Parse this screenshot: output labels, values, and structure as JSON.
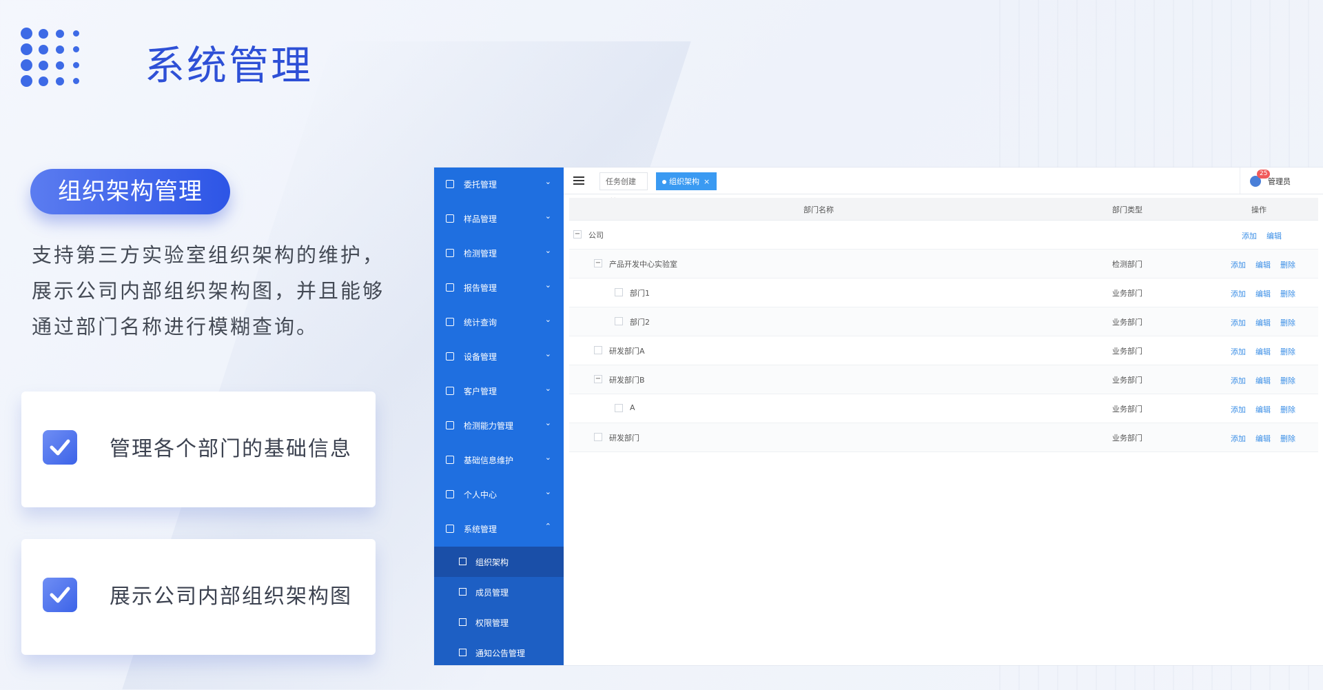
{
  "header": {
    "title": "系统管理"
  },
  "section": {
    "pill_label": "组织架构管理",
    "description": "支持第三方实验室组织架构的维护，展示公司内部组织架构图，并且能够通过部门名称进行模糊查询。"
  },
  "features": [
    {
      "text": "管理各个部门的基础信息"
    },
    {
      "text": "展示公司内部组织架构图"
    }
  ],
  "app": {
    "sidebar": {
      "items": [
        {
          "label": "委托管理",
          "icon": "edit-icon"
        },
        {
          "label": "样品管理",
          "icon": "sample-icon"
        },
        {
          "label": "检测管理",
          "icon": "settings-icon"
        },
        {
          "label": "报告管理",
          "icon": "report-icon"
        },
        {
          "label": "统计查询",
          "icon": "clock-icon"
        },
        {
          "label": "设备管理",
          "icon": "gear-icon"
        },
        {
          "label": "客户管理",
          "icon": "image-icon"
        },
        {
          "label": "检测能力管理",
          "icon": "grid-icon"
        },
        {
          "label": "基础信息维护",
          "icon": "box-icon"
        },
        {
          "label": "个人中心",
          "icon": "user-icon"
        },
        {
          "label": "系统管理",
          "icon": "gear-icon",
          "expanded": true
        }
      ],
      "sub_items": [
        {
          "label": "组织架构",
          "active": true
        },
        {
          "label": "成员管理"
        },
        {
          "label": "权限管理"
        },
        {
          "label": "通知公告管理"
        }
      ]
    },
    "tabs": [
      {
        "label": "任务创建"
      },
      {
        "label": "组织架构",
        "active": true
      }
    ],
    "user": {
      "name": "管理员",
      "badge": "25"
    },
    "table": {
      "headers": {
        "name": "部门名称",
        "type": "部门类型",
        "actions": "操作"
      },
      "action_labels": {
        "add": "添加",
        "edit": "编辑",
        "delete": "删除"
      },
      "rows": [
        {
          "name": "公司",
          "type": "",
          "level": 0,
          "toggle": "−",
          "actions": [
            "添加",
            "编辑"
          ]
        },
        {
          "name": "产品开发中心实验室",
          "type": "检测部门",
          "level": 1,
          "toggle": "−",
          "actions": [
            "添加",
            "编辑",
            "删除"
          ]
        },
        {
          "name": "部门1",
          "type": "业务部门",
          "level": 2,
          "toggle": "",
          "actions": [
            "添加",
            "编辑",
            "删除"
          ]
        },
        {
          "name": "部门2",
          "type": "业务部门",
          "level": 2,
          "toggle": "",
          "actions": [
            "添加",
            "编辑",
            "删除"
          ]
        },
        {
          "name": "研发部门A",
          "type": "业务部门",
          "level": 1,
          "toggle": "",
          "actions": [
            "添加",
            "编辑",
            "删除"
          ]
        },
        {
          "name": "研发部门B",
          "type": "业务部门",
          "level": 1,
          "toggle": "−",
          "actions": [
            "添加",
            "编辑",
            "删除"
          ]
        },
        {
          "name": "A",
          "type": "业务部门",
          "level": 2,
          "toggle": "",
          "actions": [
            "添加",
            "编辑",
            "删除"
          ]
        },
        {
          "name": "研发部门",
          "type": "业务部门",
          "level": 1,
          "toggle": "",
          "actions": [
            "添加",
            "编辑",
            "删除"
          ]
        }
      ]
    }
  },
  "colors": {
    "accent": "#2e50d6",
    "sidebar": "#1f6fe0",
    "link": "#3a8ee6"
  }
}
